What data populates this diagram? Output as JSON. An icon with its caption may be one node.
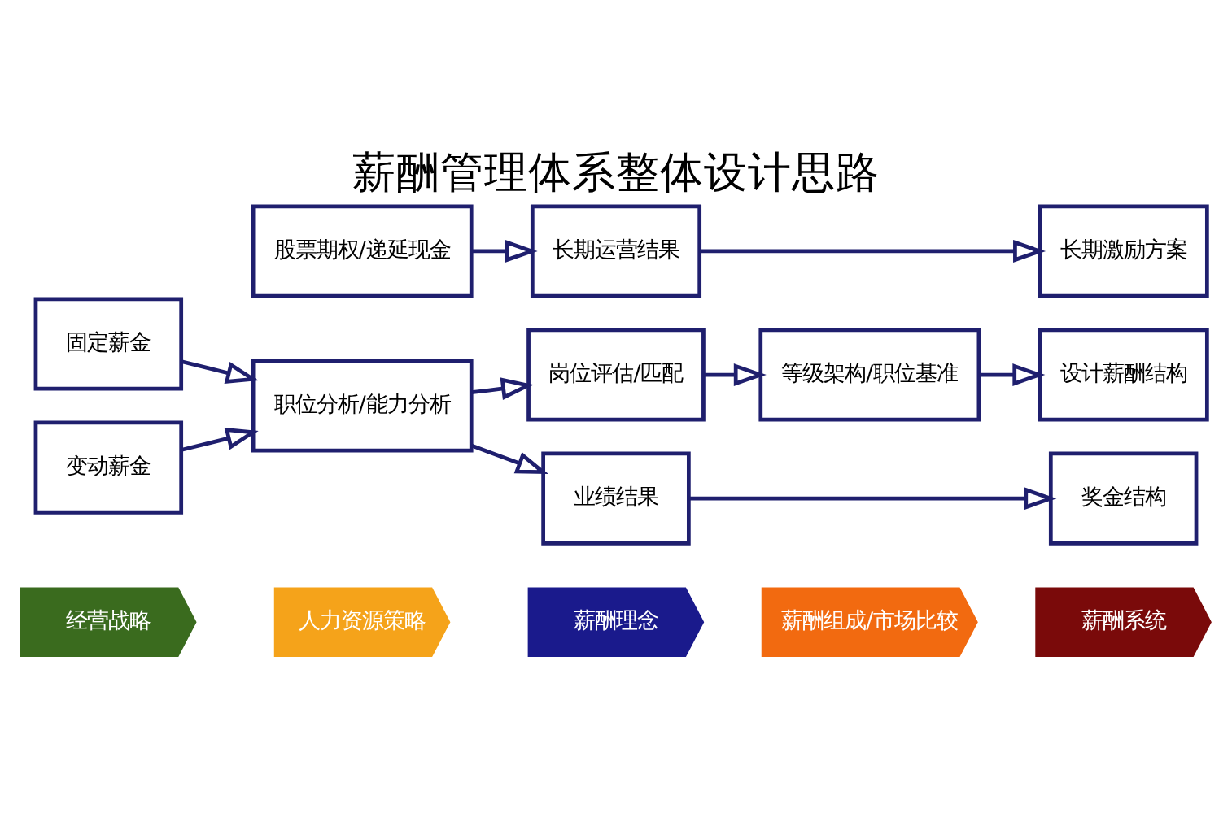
{
  "diagram": {
    "title": "薪酬管理体系整体设计思路",
    "nodes": [
      {
        "text": [
          "经营战略"
        ]
      },
      {
        "text": [
          "人力资源策略"
        ]
      },
      {
        "text": [
          "薪酬理念"
        ]
      },
      {
        "text": [
          "薪酬组成/市场比较"
        ]
      },
      {
        "text": [
          "薪酬系统"
        ]
      },
      {
        "text": [
          "固定薪金"
        ]
      },
      {
        "text": [
          "变动薪金"
        ]
      },
      {
        "text": [
          "职位分析/能力分析"
        ]
      },
      {
        "text": [
          "股票期权/递延现金"
        ]
      },
      {
        "text": [
          "岗位评估/匹配"
        ]
      },
      {
        "text": [
          "业绩结果"
        ]
      },
      {
        "text": [
          "长期运营结果"
        ]
      },
      {
        "text": [
          "等级架构/职位基准"
        ]
      },
      {
        "text": [
          "设计薪酬结构"
        ]
      },
      {
        "text": [
          "奖金结构"
        ]
      },
      {
        "text": [
          "长期激励方案"
        ]
      }
    ],
    "edges": [
      {
        "from": 5,
        "to": 7,
        "arrow": "to"
      },
      {
        "from": 6,
        "to": 7,
        "arrow": "to"
      },
      {
        "from": 7,
        "to": 9,
        "arrow": "to"
      },
      {
        "from": 7,
        "to": 10,
        "arrow": "to"
      },
      {
        "from": 8,
        "to": 11,
        "arrow": "to"
      },
      {
        "from": 9,
        "to": 12,
        "arrow": "to"
      },
      {
        "from": 12,
        "to": 13,
        "arrow": "to"
      },
      {
        "from": 10,
        "to": 14,
        "arrow": "to"
      },
      {
        "from": 11,
        "to": 15,
        "arrow": "to"
      }
    ]
  }
}
